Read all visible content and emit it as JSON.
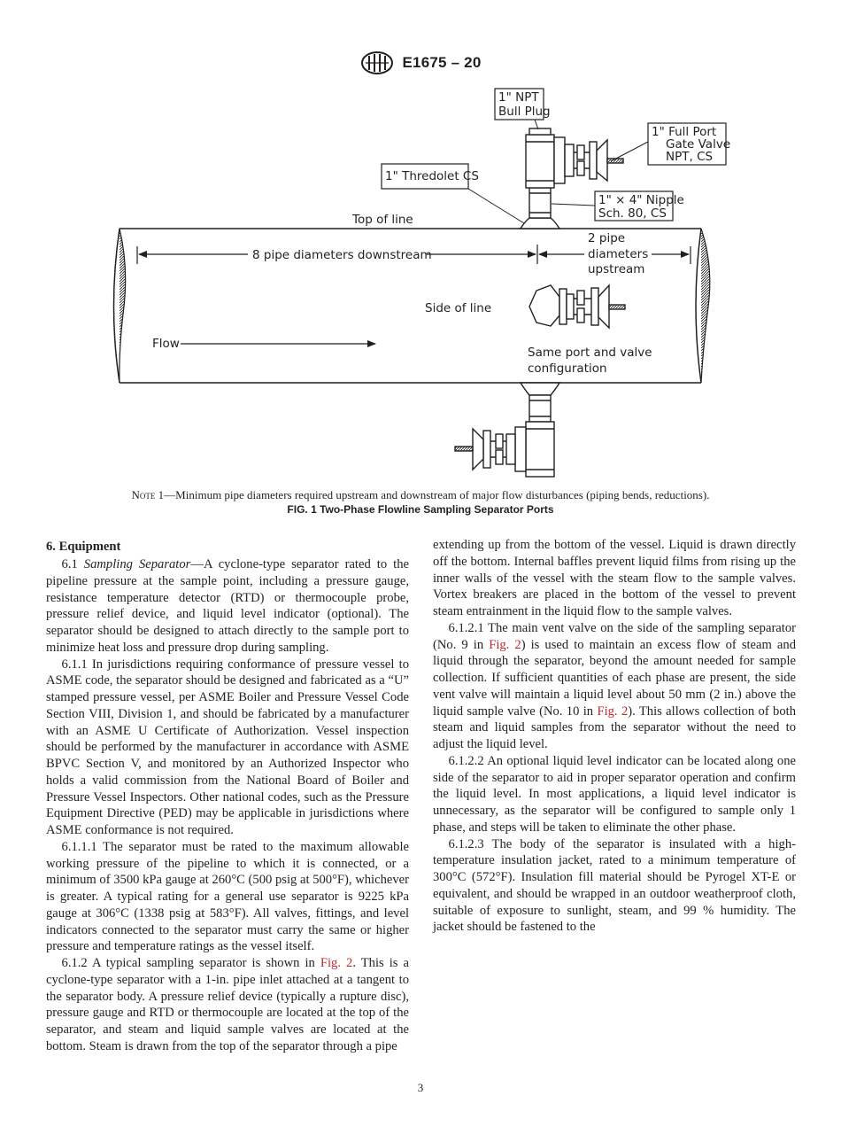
{
  "header": {
    "logo_text": "ASTM",
    "doc_number": "E1675 – 20"
  },
  "figure": {
    "labels": {
      "bull_plug": [
        "1\" NPT",
        "Bull Plug"
      ],
      "gate_valve": [
        "1\"  Full Port",
        "Gate Valve",
        "NPT, CS"
      ],
      "thredolet": "1\" Thredolet CS",
      "nipple": [
        "1\" × 4\" Nipple",
        "Sch. 80, CS"
      ],
      "top_of_line": "Top of line",
      "downstream": "8 pipe diameters downstream",
      "upstream": [
        "2 pipe",
        "diameters",
        "upstream"
      ],
      "side_of_line": "Side of line",
      "flow": "Flow",
      "same_port": [
        "Same port and valve",
        "configuration"
      ]
    },
    "note_prefix": "Note",
    "note_text": "1—Minimum pipe diameters required upstream and downstream of major flow disturbances (piping bends, reductions).",
    "caption": "FIG. 1 Two-Phase Flowline Sampling Separator Ports"
  },
  "section": {
    "heading": "6. Equipment",
    "p6_1_num": "6.1",
    "p6_1_title": "Sampling Separator",
    "p6_1_text": "—A cyclone-type separator rated to the pipeline pressure at the sample point, including a pressure gauge, resistance temperature detector (RTD) or thermocouple probe, pressure relief device, and liquid level indicator (optional). The separator should be designed to attach directly to the sample port to minimize heat loss and pressure drop during sampling.",
    "p6_1_1": "6.1.1 In jurisdictions requiring conformance of pressure vessel to ASME code, the separator should be designed and fabricated as a “U” stamped pressure vessel, per ASME Boiler and Pressure Vessel Code Section VIII, Division 1, and should be fabricated by a manufacturer with an ASME U Certificate of Authorization. Vessel inspection should be performed by the manufacturer in accordance with ASME BPVC Section V, and monitored by an Authorized Inspector who holds a valid commission from the National Board of Boiler and Pressure Vessel Inspectors. Other national codes, such as the Pressure Equipment Directive (PED) may be applicable in jurisdictions where ASME conformance is not required.",
    "p6_1_1_1": "6.1.1.1 The separator must be rated to the maximum allowable working pressure of the pipeline to which it is connected, or a minimum of 3500 kPa gauge at 260°C (500 psig at 500°F), whichever is greater. A typical rating for a general use separator is 9225 kPa gauge at 306°C (1338 psig at 583°F). All valves, fittings, and level indicators connected to the separator must carry the same or higher pressure and temperature ratings as the vessel itself.",
    "p6_1_2_a": "6.1.2 A typical sampling separator is shown in ",
    "p6_1_2_ref": "Fig. 2",
    "p6_1_2_b": ". This is a cyclone-type separator with a 1-in. pipe inlet attached at a tangent to the separator body. A pressure relief device (typically a rupture disc), pressure gauge and RTD or thermocouple are located at the top of the separator, and steam and liquid sample valves are located at the bottom. Steam is drawn from the top of the separator through a pipe extending up from the bottom of the vessel. Liquid is drawn directly off the bottom. Internal baffles prevent liquid films from rising up the inner walls of the vessel with the steam flow to the sample valves. Vortex breakers are placed in the bottom of the vessel to prevent steam entrainment in the liquid flow to the sample valves.",
    "p6_1_2_1_a": "6.1.2.1 The main vent valve on the side of the sampling separator (No. 9 in ",
    "p6_1_2_1_ref1": "Fig. 2",
    "p6_1_2_1_b": ") is used to maintain an excess flow of steam and liquid through the separator, beyond the amount needed for sample collection. If sufficient quantities of each phase are present, the side vent valve will maintain a liquid level about 50 mm (2 in.) above the liquid sample valve (No. 10 in ",
    "p6_1_2_1_ref2": "Fig. 2",
    "p6_1_2_1_c": "). This allows collection of both steam and liquid samples from the separator without the need to adjust the liquid level.",
    "p6_1_2_2": "6.1.2.2 An optional liquid level indicator can be located along one side of the separator to aid in proper separator operation and confirm the liquid level. In most applications, a liquid level indicator is unnecessary, as the separator will be configured to sample only 1 phase, and steps will be taken to eliminate the other phase.",
    "p6_1_2_3": "6.1.2.3 The body of the separator is insulated with a high-temperature insulation jacket, rated to a minimum temperature of 300°C (572°F). Insulation fill material should be Pyrogel XT-E or equivalent, and should be wrapped in an outdoor weatherproof cloth, suitable of exposure to sunlight, steam, and 99 % humidity. The jacket should be fastened to the"
  },
  "page_number": "3"
}
